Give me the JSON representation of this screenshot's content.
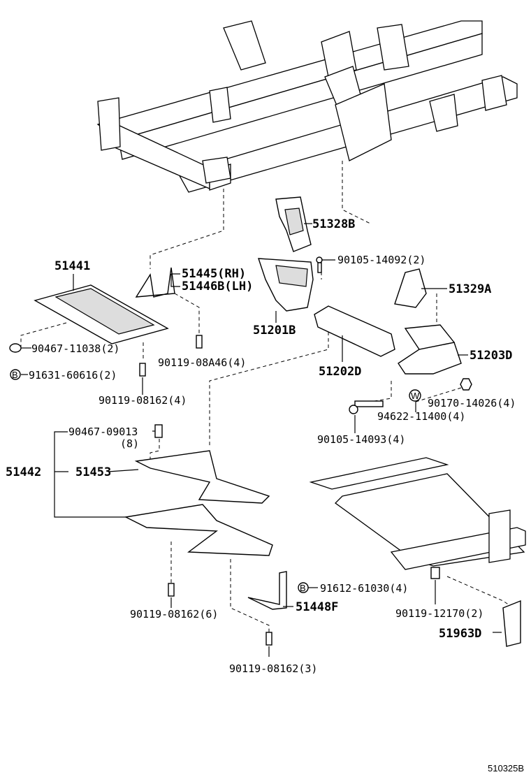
{
  "labels": {
    "p51328b": "51328B",
    "p90105_14092": "90105-14092(2)",
    "p51441": "51441",
    "p51445": "51445(RH)",
    "p51446b": "51446B(LH)",
    "p51329a": "51329A",
    "p51201b": "51201B",
    "p90467_11038": "90467-11038(2)",
    "p51203d": "51203D",
    "p91631": "91631-60616(2)",
    "p90119_08a46": "90119-08A46(4)",
    "p51202d": "51202D",
    "p90119_08162_4": "90119-08162(4)",
    "p90170": "90170-14026(4)",
    "p94622": "94622-11400(4)",
    "p90467_09013": "90467-09013",
    "p90467_09013_qty": "(8)",
    "p90105_14093": "90105-14093(4)",
    "p51442": "51442",
    "p51453": "51453",
    "p91612": "91612-61030(4)",
    "p90119_08162_6": "90119-08162(6)",
    "p51448f": "51448F",
    "p90119_12170": "90119-12170(2)",
    "p51963d": "51963D",
    "p90119_08162_3": "90119-08162(3)",
    "figure_code": "510325B"
  },
  "markers": {
    "bolt_b1": "B",
    "bolt_b2": "B",
    "washer_w": "W"
  }
}
